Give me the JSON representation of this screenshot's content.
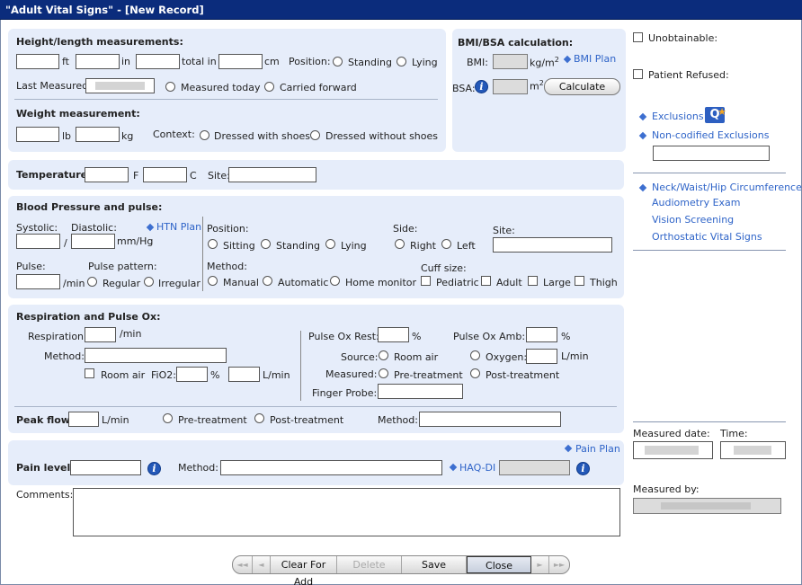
{
  "window": {
    "title": "\"Adult Vital Signs\" - [New Record]"
  },
  "height": {
    "header": "Height/length measurements:",
    "unit_ft": "ft",
    "unit_in": "in",
    "total_in": "total in",
    "unit_cm": "cm",
    "position_label": "Position:",
    "standing": "Standing",
    "lying": "Lying",
    "last_measured": "Last Measured:",
    "measured_today": "Measured today",
    "carried_forward": "Carried forward"
  },
  "weight": {
    "header": "Weight measurement:",
    "unit_lb": "lb",
    "unit_kg": "kg",
    "context_label": "Context:",
    "with_shoes": "Dressed with shoes",
    "without_shoes": "Dressed without shoes"
  },
  "bmi": {
    "header": "BMI/BSA calculation:",
    "bmi_label": "BMI:",
    "bmi_unit": "kg/m",
    "sup": "2",
    "bmi_plan": "BMI Plan",
    "bsa_label": "BSA:",
    "bsa_unit": "m",
    "calculate": "Calculate"
  },
  "side": {
    "unobtainable": "Unobtainable:",
    "refused": "Patient Refused:",
    "exclusions": "Exclusions",
    "noncodified": "Non-codified Exclusions",
    "neck": "Neck/Waist/Hip Circumference",
    "audiometry": "Audiometry Exam",
    "vision": "Vision Screening",
    "orthostatic": "Orthostatic Vital Signs",
    "measured_date": "Measured date:",
    "time": "Time:",
    "measured_by": "Measured by:"
  },
  "temp": {
    "label": "Temperature:",
    "f": "F",
    "c": "C",
    "site": "Site:"
  },
  "bp": {
    "header": "Blood Pressure and pulse:",
    "systolic": "Systolic:",
    "diastolic": "Diastolic:",
    "slash": "/",
    "mmhg": "mm/Hg",
    "htn_plan": "HTN Plan",
    "pulse": "Pulse:",
    "per_min": "/min",
    "pulse_pattern": "Pulse pattern:",
    "regular": "Regular",
    "irregular": "Irregular",
    "position": "Position:",
    "sitting": "Sitting",
    "standing": "Standing",
    "lying": "Lying",
    "side": "Side:",
    "right": "Right",
    "left": "Left",
    "site": "Site:",
    "method": "Method:",
    "manual": "Manual",
    "automatic": "Automatic",
    "home_monitor": "Home monitor",
    "cuff_size": "Cuff size:",
    "pediatric": "Pediatric",
    "adult": "Adult",
    "large": "Large",
    "thigh": "Thigh"
  },
  "resp": {
    "header": "Respiration and Pulse Ox:",
    "respiration": "Respiration:",
    "per_min": "/min",
    "method": "Method:",
    "room_air": "Room air",
    "fio2": "FiO2:",
    "pct": "%",
    "lmin": "L/min",
    "pulse_ox_rest": "Pulse Ox Rest:",
    "pulse_ox_amb": "Pulse Ox Amb:",
    "source": "Source:",
    "oxygen": "Oxygen:",
    "measured": "Measured:",
    "pre": "Pre-treatment",
    "post": "Post-treatment",
    "finger_probe": "Finger Probe:",
    "peak_flow": "Peak flow:",
    "peak_method": "Method:"
  },
  "pain": {
    "plan": "Pain Plan",
    "level": "Pain level:",
    "method": "Method:",
    "haq": "HAQ-DI",
    "comments": "Comments:"
  },
  "toolbar": {
    "first": "◄◄",
    "prev": "◄",
    "clear": "Clear For Add",
    "delete": "Delete",
    "save": "Save",
    "close": "Close",
    "next": "►",
    "last": "►►"
  },
  "icons": {
    "info": "i",
    "q": "Q",
    "star": "★"
  }
}
